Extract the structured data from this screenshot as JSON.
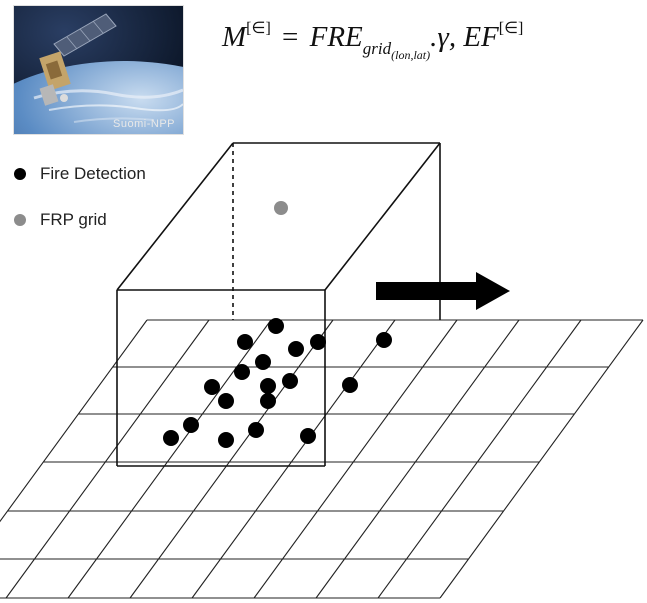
{
  "thumbnail": {
    "caption": "Suomi-NPP"
  },
  "formula": {
    "lhs_symbol": "M",
    "lhs_superscript": "[∈]",
    "equals": "=",
    "fre": "FRE",
    "fre_subscript": "grid",
    "fre_sub_subscript": "(lon,lat)",
    "sep1": ".",
    "gamma": "γ",
    "sep2": ",",
    "ef": "EF",
    "ef_superscript": "[∈]"
  },
  "legend": {
    "fire_detection": {
      "label": "Fire Detection",
      "color": "#000000"
    },
    "frp_grid": {
      "label": "FRP grid",
      "color": "#8c8c8c"
    }
  }
}
